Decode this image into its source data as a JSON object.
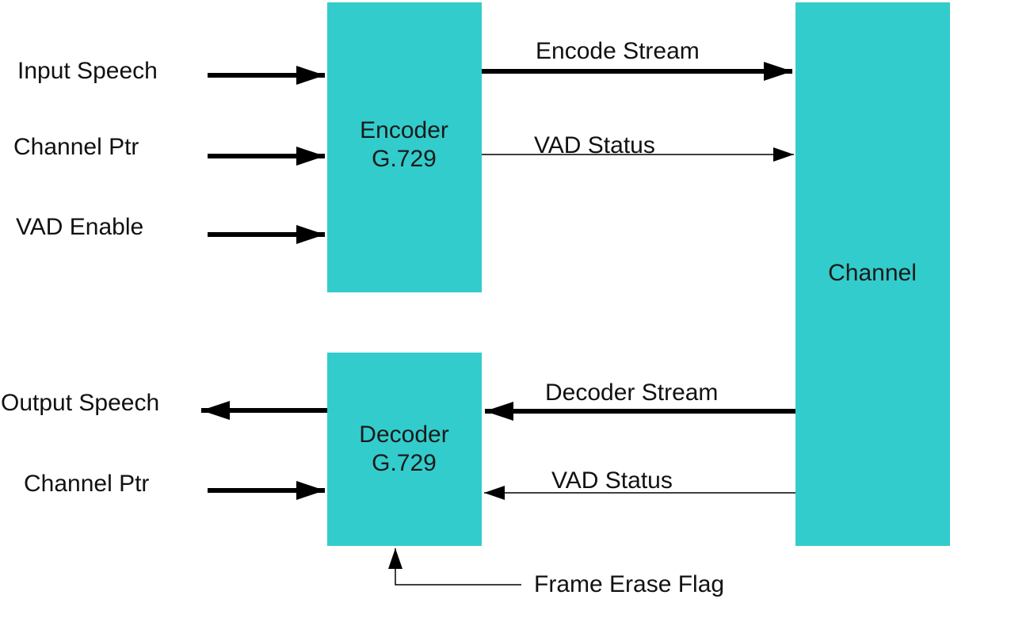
{
  "colors": {
    "block_fill": "#33cccc",
    "arrow": "#000000",
    "text": "#111111",
    "background": "#ffffff"
  },
  "blocks": {
    "encoder": {
      "line1": "Encoder",
      "line2": "G.729"
    },
    "decoder": {
      "line1": "Decoder",
      "line2": "G.729"
    },
    "channel": {
      "label": "Channel"
    }
  },
  "encoder_inputs": {
    "input_speech": "Input Speech",
    "channel_ptr": "Channel Ptr",
    "vad_enable": "VAD Enable"
  },
  "encoder_outputs": {
    "encode_stream": "Encode Stream",
    "vad_status": "VAD Status"
  },
  "decoder_inputs": {
    "decoder_stream": "Decoder Stream",
    "vad_status": "VAD Status",
    "channel_ptr": "Channel Ptr",
    "frame_erase_flag": "Frame Erase Flag"
  },
  "decoder_outputs": {
    "output_speech": "Output Speech"
  }
}
